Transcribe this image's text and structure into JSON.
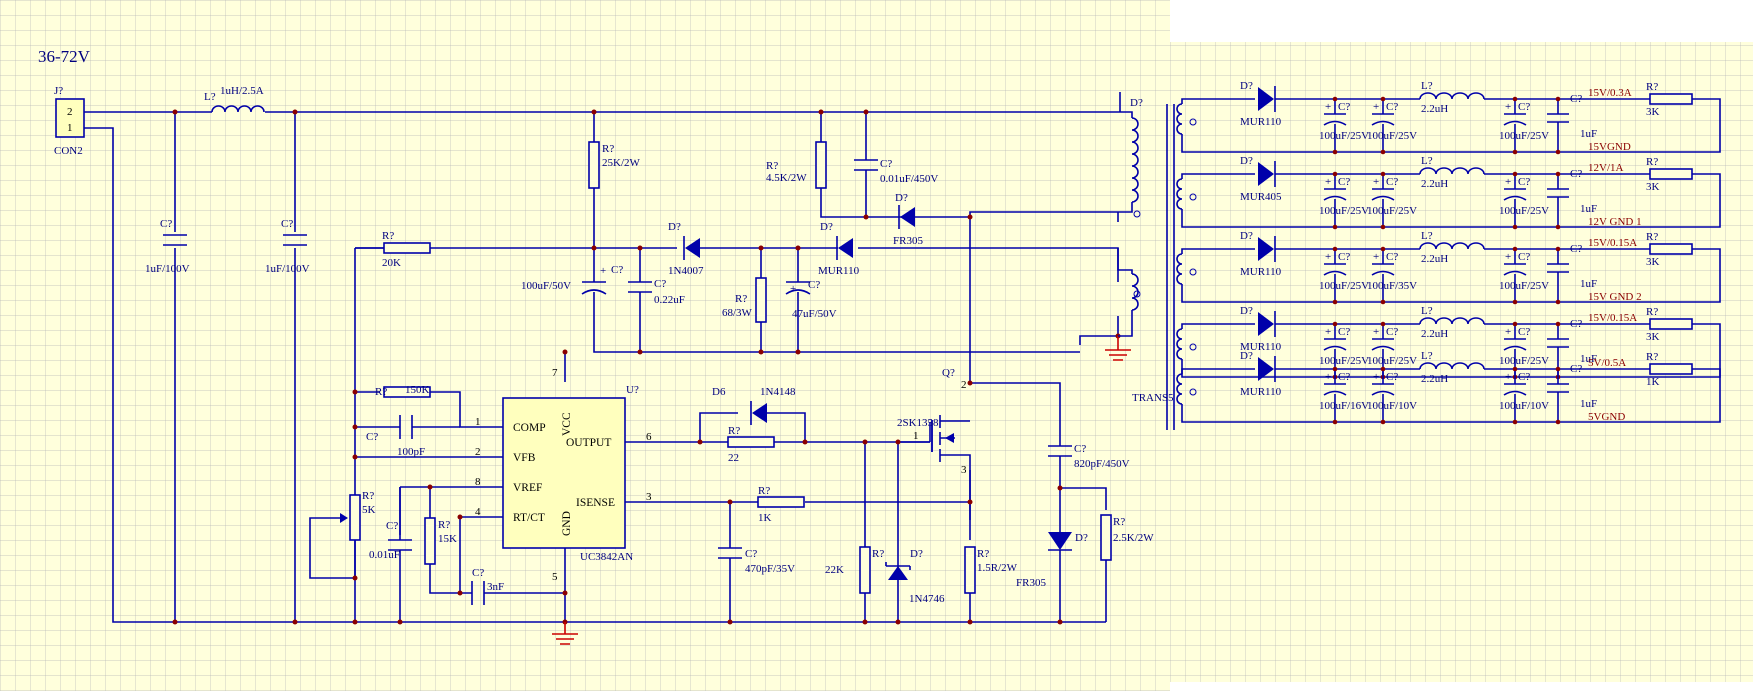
{
  "supply": "36-72V",
  "connector": {
    "ref": "J?",
    "name": "CON2",
    "pins": [
      "2",
      "1"
    ]
  },
  "input": {
    "l1": {
      "ref": "L?",
      "value": "1uH/2.5A"
    },
    "c1": {
      "ref": "C?",
      "value": "1uF/100V"
    },
    "c2": {
      "ref": "C?",
      "value": "1uF/100V"
    }
  },
  "startup": {
    "r25k": {
      "ref": "R?",
      "value": "25K/2W"
    },
    "r45k": {
      "ref": "R?",
      "value": "4.5K/2W"
    },
    "csn": {
      "ref": "C?",
      "value": "0.01uF/450V"
    },
    "dfr": {
      "ref": "D?",
      "value": "FR305"
    },
    "r20k": {
      "ref": "R?",
      "value": "20K"
    },
    "d4007": {
      "ref": "D?",
      "value": "1N4007"
    },
    "dmur": {
      "ref": "D?",
      "value": "MUR110"
    },
    "c100": {
      "ref": "C?",
      "value": "100uF/50V"
    },
    "c022": {
      "ref": "C?",
      "value": "0.22uF"
    },
    "r68": {
      "ref": "R?",
      "value": "68/3W"
    },
    "c47": {
      "ref": "C?",
      "value": "47uF/50V"
    }
  },
  "ic": {
    "ref": "U?",
    "name": "UC3842AN",
    "pins": {
      "comp": "COMP",
      "vfb": "VFB",
      "vref": "VREF",
      "rtct": "RT/CT",
      "vcc": "VCC",
      "output": "OUTPUT",
      "isense": "ISENSE",
      "gnd": "GND"
    },
    "nums": {
      "p1": "1",
      "p2": "2",
      "p8": "8",
      "p4": "4",
      "p7": "7",
      "p6": "6",
      "p3": "3",
      "p5": "5"
    }
  },
  "control": {
    "r150k": {
      "ref": "R?",
      "value": "150K"
    },
    "c100p": {
      "ref": "C?",
      "value": "100pF"
    },
    "r5k": {
      "ref": "R?",
      "value": "5K"
    },
    "c001": {
      "ref": "C?",
      "value": "0.01uF"
    },
    "r15k": {
      "ref": "R?",
      "value": "15K"
    },
    "c3n": {
      "ref": "C?",
      "value": "3nF"
    }
  },
  "driver": {
    "d6": {
      "ref": "D6",
      "value": "1N4148"
    },
    "r22": {
      "ref": "R?",
      "value": "22"
    },
    "r1k": {
      "ref": "R?",
      "value": "1K"
    },
    "c470": {
      "ref": "C?",
      "value": "470pF/35V"
    },
    "r22k": {
      "ref": "R?",
      "value": "22K"
    },
    "dz": {
      "ref": "D?",
      "value": "1N4746"
    },
    "q": {
      "ref": "Q?",
      "value": "2SK1358",
      "pins": [
        "1",
        "2",
        "3"
      ]
    },
    "rs": {
      "ref": "R?",
      "value": "1.5R/2W"
    },
    "csnub": {
      "ref": "C?",
      "value": "820pF/450V"
    },
    "dsnub": {
      "ref": "D?",
      "value": "FR305"
    },
    "rsnub": {
      "ref": "R?",
      "value": "2.5K/2W"
    }
  },
  "transformer": {
    "ref": "D?",
    "name": "TRANS5"
  },
  "outputs": [
    {
      "dref": "D?",
      "diode": "MUR110",
      "l": "L?",
      "lval": "2.2uH",
      "ca": "100uF/25V",
      "cb": "100uF/25V",
      "cc": "100uF/25V",
      "cd": "1uF",
      "volt": "15V/0.3A",
      "gnd": "15VGND",
      "r": "R?",
      "rval": "3K"
    },
    {
      "dref": "D?",
      "diode": "MUR405",
      "l": "L?",
      "lval": "2.2uH",
      "ca": "100uF/25V",
      "cb": "100uF/25V",
      "cc": "100uF/25V",
      "cd": "1uF",
      "volt": "12V/1A",
      "gnd": "12V GND 1",
      "r": "R?",
      "rval": "3K"
    },
    {
      "dref": "D?",
      "diode": "MUR110",
      "l": "L?",
      "lval": "2.2uH",
      "ca": "100uF/25V",
      "cb": "100uF/35V",
      "cc": "100uF/25V",
      "cd": "1uF",
      "volt": "15V/0.15A",
      "gnd": "15V GND 2",
      "r": "R?",
      "rval": "3K"
    },
    {
      "dref": "D?",
      "diode": "MUR110",
      "l": "L?",
      "lval": "2.2uH",
      "ca": "100uF/25V",
      "cb": "100uF/25V",
      "cc": "100uF/25V",
      "cd": "1uF",
      "volt": "15V/0.15A",
      "gnd": "",
      "r": "R?",
      "rval": "3K"
    },
    {
      "dref": "D?",
      "diode": "MUR110",
      "l": "L?",
      "lval": "2.2uH",
      "ca": "100uF/16V",
      "cb": "100uF/10V",
      "cc": "100uF/10V",
      "cd": "1uF",
      "volt": "5V/0.5A",
      "gnd": "5VGND",
      "r": "R?",
      "rval": "1K"
    }
  ],
  "capref": "C?"
}
